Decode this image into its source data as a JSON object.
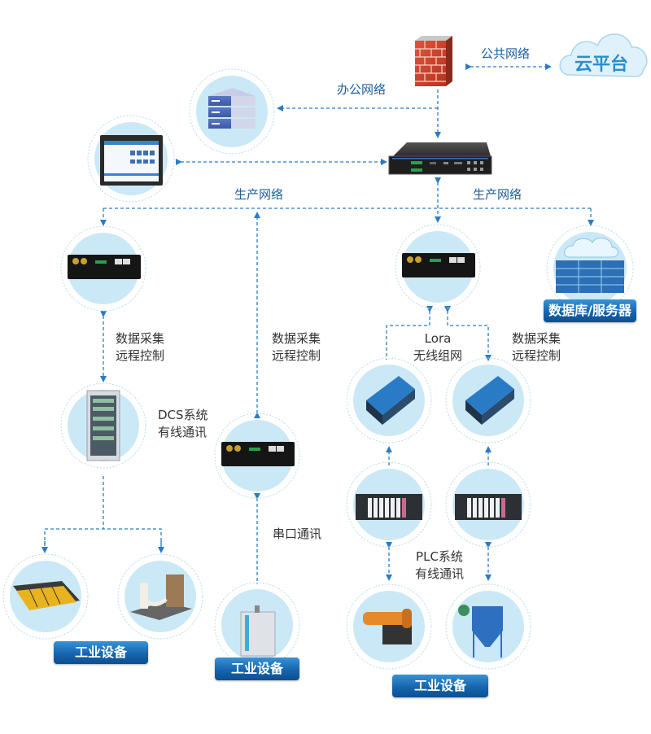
{
  "colors": {
    "line": "#2a7cc7",
    "label_blue": "#1d5fa3",
    "label_dark": "#333333",
    "badge": "#1565ae",
    "cloud_text": "#2a8ed0"
  },
  "top": {
    "public_network_label": "公共网络",
    "cloud_label": "云平台",
    "office_network_label": "办公网络",
    "production_network_left": "生产网络",
    "production_network_right": "生产网络"
  },
  "labels": {
    "data_collect_left": [
      "数据采集",
      "远程控制"
    ],
    "data_collect_mid": [
      "数据采集",
      "远程控制"
    ],
    "data_collect_right": [
      "数据采集",
      "远程控制"
    ],
    "dcs": [
      "DCS系统",
      "有线通讯"
    ],
    "lora": [
      "Lora",
      "无线组网"
    ],
    "serial": "串口通讯",
    "plc": [
      "PLC系统",
      "有线通讯"
    ],
    "database_badge": "数据库/服务器"
  },
  "badges": {
    "industrial_left": "工业设备",
    "industrial_mid": "工业设备",
    "industrial_right": "工业设备"
  },
  "icons": [
    "firewall-icon",
    "cloud-platform-icon",
    "server-stack-icon",
    "hmi-touchscreen-icon",
    "gateway-rack-icon",
    "router-icon",
    "database-server-icon",
    "dcs-cabinet-icon",
    "lora-module-icon",
    "plc-rack-icon",
    "industrial-equipment-icon"
  ]
}
